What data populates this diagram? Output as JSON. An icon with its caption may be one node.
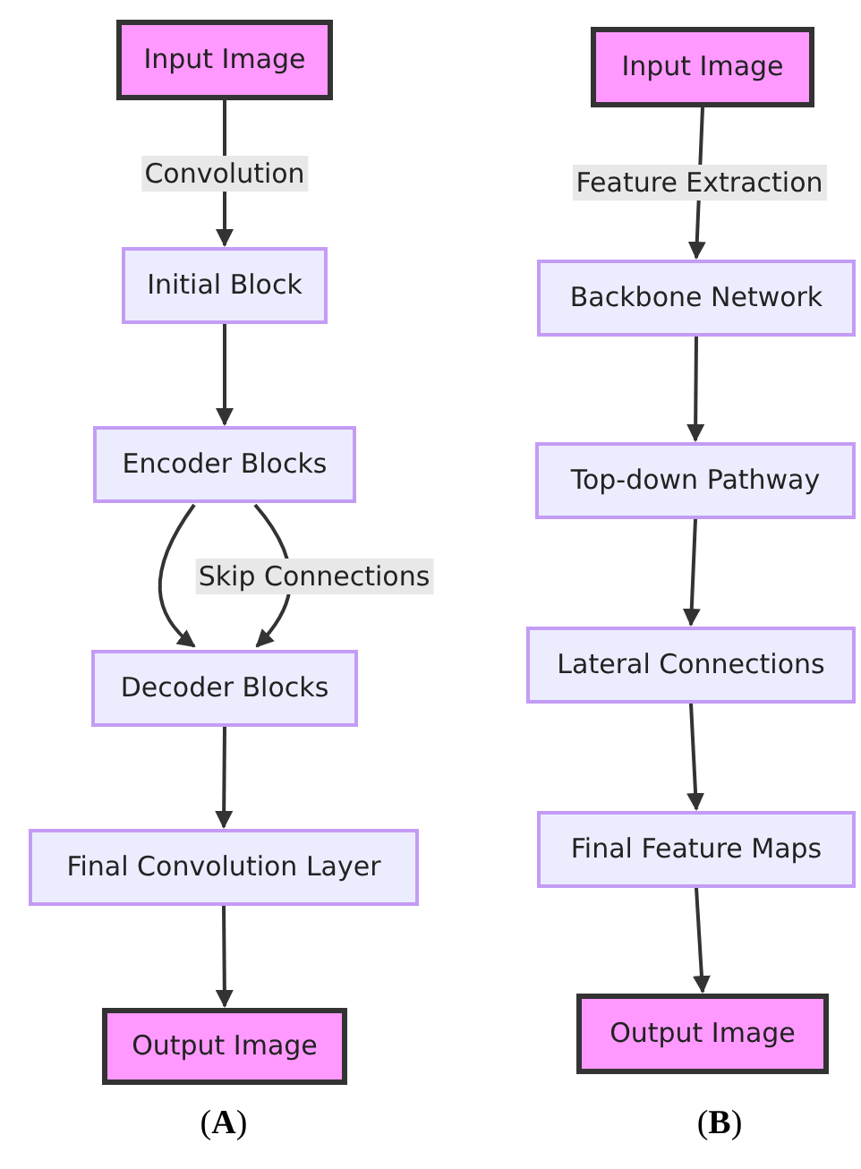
{
  "diagram": {
    "nodes": [
      {
        "text": [
          "Input Image"
        ]
      },
      {
        "text": [
          "Initial Block"
        ]
      },
      {
        "text": [
          "Encoder Blocks"
        ]
      },
      {
        "text": [
          "Decoder Blocks"
        ]
      },
      {
        "text": [
          "Final Convolution Layer"
        ]
      },
      {
        "text": [
          "Output Image"
        ]
      },
      {
        "text": [
          "Input Image"
        ]
      },
      {
        "text": [
          "Backbone Network"
        ]
      },
      {
        "text": [
          "Top-down Pathway"
        ]
      },
      {
        "text": [
          "Lateral Connections"
        ]
      },
      {
        "text": [
          "Final Feature Maps"
        ]
      },
      {
        "text": [
          "Output Image"
        ]
      }
    ],
    "edges": [
      {
        "from": 0,
        "to": 1,
        "arrow": "to",
        "label": "Convolution"
      },
      {
        "from": 1,
        "to": 2,
        "arrow": "to"
      },
      {
        "from": 2,
        "to": 3,
        "arrow": "to"
      },
      {
        "from": 2,
        "to": 3,
        "arrow": "to",
        "label": "Skip Connections"
      },
      {
        "from": 3,
        "to": 4,
        "arrow": "to"
      },
      {
        "from": 4,
        "to": 5,
        "arrow": "to"
      },
      {
        "from": 6,
        "to": 7,
        "arrow": "to",
        "label": "Feature Extraction"
      },
      {
        "from": 7,
        "to": 8,
        "arrow": "to"
      },
      {
        "from": 8,
        "to": 9,
        "arrow": "to"
      },
      {
        "from": 9,
        "to": 10,
        "arrow": "to"
      },
      {
        "from": 10,
        "to": 11,
        "arrow": "to"
      }
    ],
    "labels": [
      "(**A**)",
      "(**B**)"
    ]
  }
}
